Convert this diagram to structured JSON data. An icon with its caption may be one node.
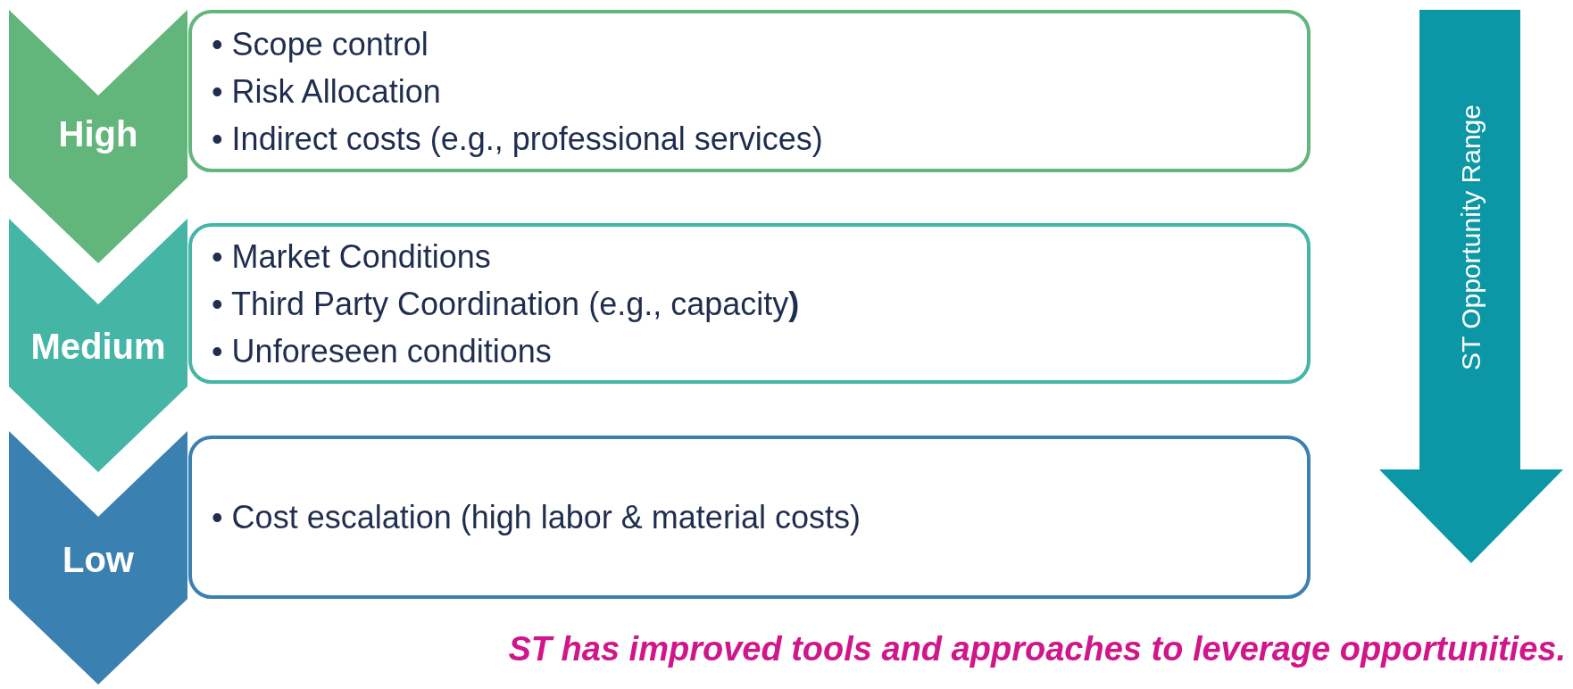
{
  "diagram": {
    "caption": "ST has improved tools and approaches to leverage opportunities.",
    "nodes": [
      {
        "text": [
          "High"
        ]
      },
      {
        "text": [
          "• Scope control",
          "• Risk Allocation",
          "• Indirect costs (e.g., professional services)"
        ]
      },
      {
        "text": [
          "Medium"
        ]
      },
      {
        "text": [
          "• Market Conditions",
          "• Third Party Coordination (e.g., capacity**)**",
          "• Unforeseen conditions"
        ]
      },
      {
        "text": [
          "Low"
        ]
      },
      {
        "text": [
          "• Cost escalation (high labor & material costs)"
        ]
      },
      {
        "text": [
          "ST Opportunity Range"
        ]
      }
    ],
    "edges": []
  }
}
